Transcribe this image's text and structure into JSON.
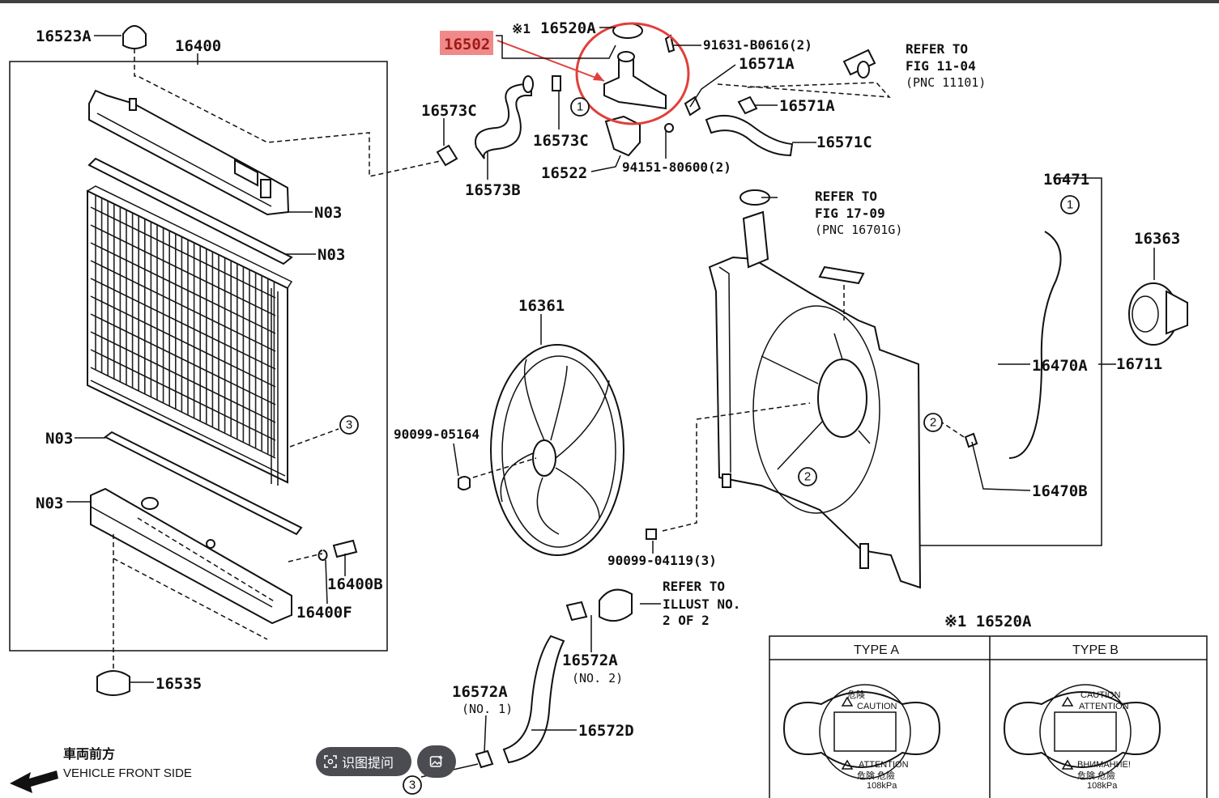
{
  "highlight": {
    "part": "16502",
    "color": "#e0403a",
    "bg": "#f08a8a"
  },
  "labels": {
    "p16523A": "16523A",
    "p16400": "16400",
    "p16502": "16502",
    "note_mark": "※1",
    "p16520A_top": "16520A",
    "p91631": "91631-B0616(2)",
    "p16571A_a": "16571A",
    "p16571A_b": "16571A",
    "p16571C": "16571C",
    "p16573C_a": "16573C",
    "p16573C_b": "16573C",
    "p16573B": "16573B",
    "p16522": "16522",
    "p94151": "94151-80600(2)",
    "n03_a": "N03",
    "n03_b": "N03",
    "n03_c": "N03",
    "n03_d": "N03",
    "p16471": "16471",
    "p16363": "16363",
    "p16361": "16361",
    "p90099_05164": "90099-05164",
    "p16470A": "16470A",
    "p16711": "16711",
    "p16470B": "16470B",
    "p90099_04119": "90099-04119(3)",
    "p16400B": "16400B",
    "p16400F": "16400F",
    "p16535": "16535",
    "p16572A_a": "16572A",
    "p16572A_a_sub": "(NO. 2)",
    "p16572A_b": "16572A",
    "p16572A_b_sub": "(NO. 1)",
    "p16572D": "16572D",
    "p16520A_box": "※1 16520A"
  },
  "refers": {
    "fig1104_l1": "REFER TO",
    "fig1104_l2": "FIG 11-04",
    "fig1104_l3": "(PNC 11101)",
    "fig1709_l1": "REFER TO",
    "fig1709_l2": "FIG 17-09",
    "fig1709_l3": "(PNC 16701G)",
    "illust_l1": "REFER TO",
    "illust_l2": "ILLUST NO.",
    "illust_l3": "2 OF 2"
  },
  "circled": [
    "1",
    "1",
    "2",
    "2",
    "3",
    "3"
  ],
  "vehicle_front": {
    "cn": "車両前方",
    "en": "VEHICLE FRONT SIDE"
  },
  "cap_box": {
    "type_a": "TYPE A",
    "type_b": "TYPE B",
    "a_top1": "危険",
    "a_top2": "CAUTION",
    "a_bot1": "ATTENTION",
    "a_bot2": "危険  危險",
    "a_kpa": "108kPa",
    "b_top1": "CAUTION",
    "b_top2": "ATTENTION",
    "b_bot1": "ВНИМАНИЕ!",
    "b_bot2": "危険  危險",
    "b_kpa": "108kPa"
  },
  "overlay": {
    "ocr_button": "识图提问",
    "ocr_icon": "ocr-scan-icon",
    "image_icon": "image-sparkle-icon"
  }
}
